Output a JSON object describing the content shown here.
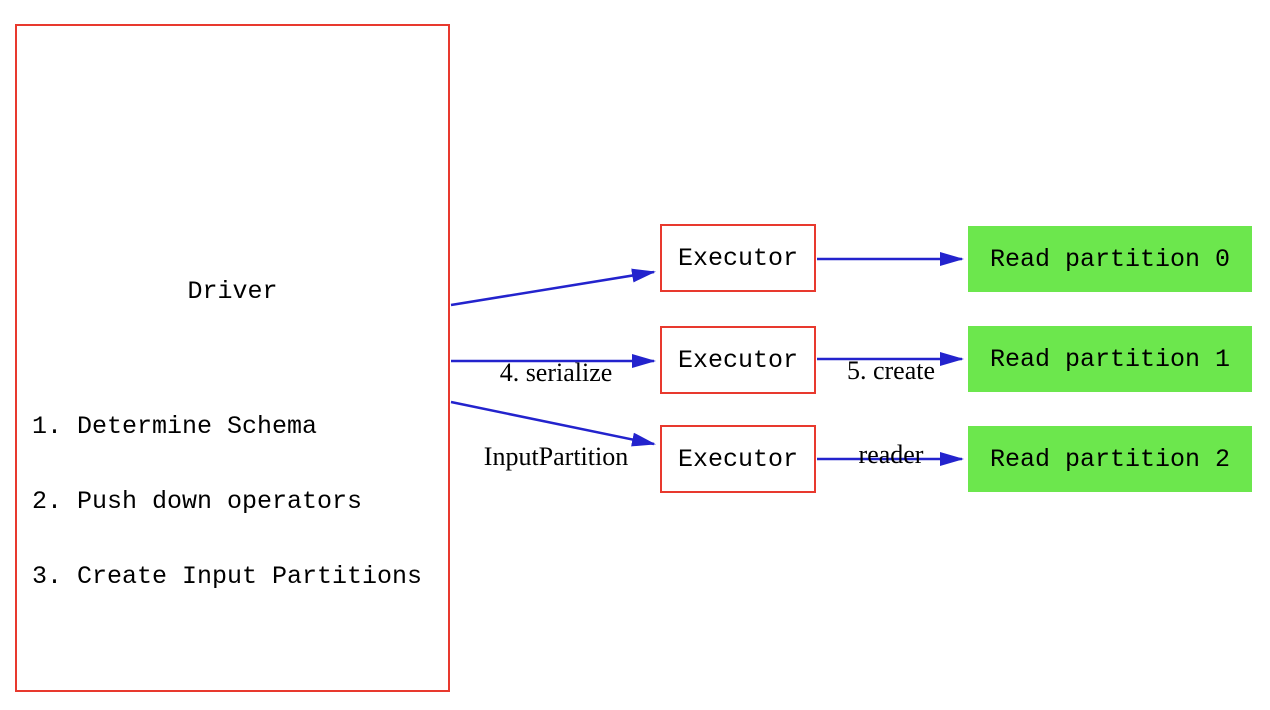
{
  "driver": {
    "title": "Driver",
    "steps": [
      "1. Determine Schema",
      "2. Push down operators",
      "3. Create Input Partitions"
    ]
  },
  "executors": [
    {
      "label": "Executor"
    },
    {
      "label": "Executor"
    },
    {
      "label": "Executor"
    }
  ],
  "read_partitions": [
    {
      "label": "Read partition 0"
    },
    {
      "label": "Read partition 1"
    },
    {
      "label": "Read partition 2"
    }
  ],
  "edge_labels": {
    "serialize_line1": "4. serialize",
    "serialize_line2": "InputPartition",
    "create_reader_line1": "5. create",
    "create_reader_line2": "reader"
  },
  "colors": {
    "box_border": "#e8392e",
    "arrow": "#2323cd",
    "partition_fill": "#6ce74d",
    "text": "#000000",
    "background": "#ffffff"
  }
}
